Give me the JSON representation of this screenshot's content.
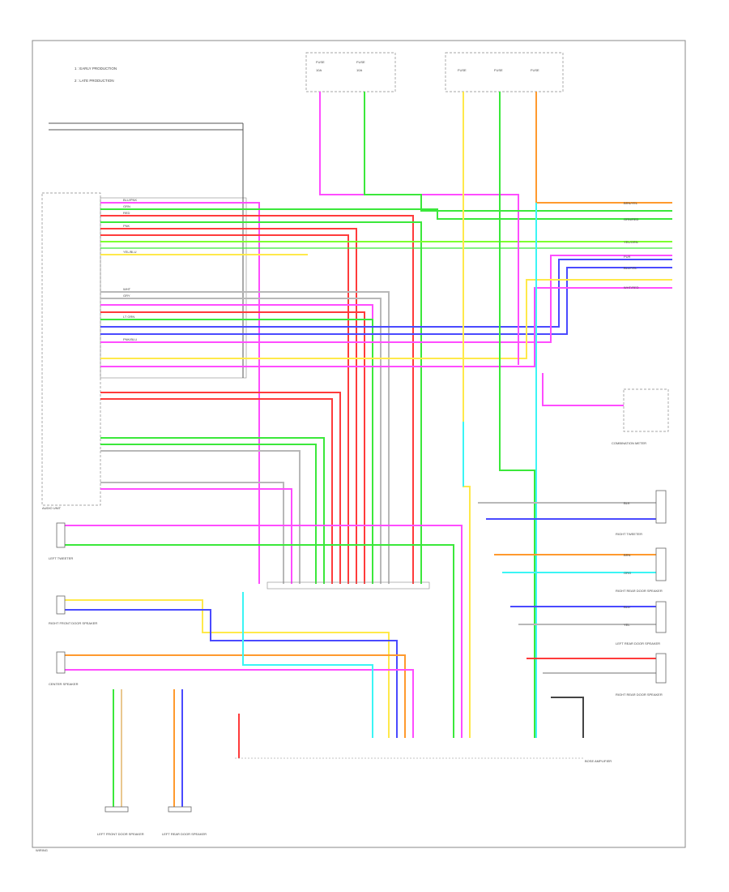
{
  "notes": {
    "note1": "1 : EARLY PRODUCTION",
    "note2": "2 : LATE PRODUCTION"
  },
  "components": {
    "audio_unit": "AUDIO UNIT",
    "left_tweeter": "LEFT TWEETER",
    "right_front_door_speaker": "RIGHT FRONT DOOR SPEAKER",
    "center_speaker": "CENTER SPEAKER",
    "left_front_door_speaker": "LEFT FRONT DOOR SPEAKER",
    "left_rear_door_speaker": "LEFT REAR DOOR SPEAKER",
    "right_tweeter": "RIGHT TWEETER",
    "right_rear_door_speaker": "RIGHT REAR DOOR SPEAKER",
    "left_rear_door_speaker_2": "LEFT REAR DOOR SPEAKER",
    "right_rear_door_speaker_2": "RIGHT REAR DOOR SPEAKER",
    "combination_meter": "COMBINATION METER",
    "amplifier": "BOSE AMPLIFIER",
    "footer_code": "WIRING"
  },
  "wire_labels": [
    "BLU/PNK",
    "GRN",
    "RED",
    "PNK",
    "WHT",
    "LT GRN",
    "YEL/BLU",
    "PNK/BLU",
    "GRY",
    "BRN",
    "BLU",
    "YEL",
    "ORG",
    "GRN/RED",
    "BLK",
    "PUR",
    "BLU/YEL",
    "WHT/RED",
    "YEL/GRN",
    "BRN/YEL"
  ],
  "colors": {
    "red": "#ff3b3b",
    "green": "#3be83b",
    "lime": "#7dff2e",
    "blue": "#4a4aff",
    "magenta": "#ff4dff",
    "cyan": "#3bf5f5",
    "orange": "#ff9a2e",
    "yellow": "#ffe94a",
    "gray": "#b8b8b8",
    "dark": "#444444",
    "tan": "#e9c78f"
  }
}
